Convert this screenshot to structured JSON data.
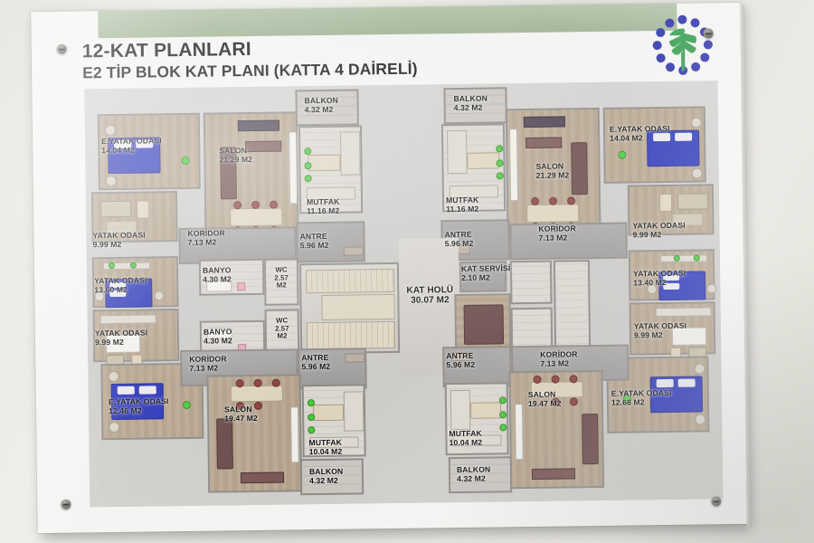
{
  "board": {
    "title_line1": "12-KAT PLANLARI",
    "title_line2": "E2 TİP BLOK KAT PLANI (KATTA 4 DAİRELİ)",
    "logo_name": "toki-tree-logo",
    "accent_green": "#9fb294",
    "tree_green": "#2e9b4a",
    "dot_blue": "#2a2ea8",
    "board_color": "#f3f3f1",
    "wall_color": "#e8e7e1"
  },
  "plan": {
    "core": {
      "hall": {
        "name": "KAT HOLÜ",
        "area": "30.07 M2"
      },
      "service": {
        "name": "KAT SERVİSİ",
        "area": "2.10 M2"
      },
      "wc_top": {
        "name": "WC",
        "area": "2.57",
        "unit": "M2"
      },
      "wc_bottom": {
        "name": "WC",
        "area": "2.57",
        "unit": "M2"
      },
      "banyo_top": {
        "name": "BANYO",
        "area": "4.30 M2"
      },
      "banyo_bottom": {
        "name": "BANYO",
        "area": "4.30 M2"
      }
    },
    "units": [
      {
        "id": "top-left",
        "rooms": [
          {
            "name": "BALKON",
            "area": "4.32 M2"
          },
          {
            "name": "SALON",
            "area": "21.29 M2"
          },
          {
            "name": "MUTFAK",
            "area": "11.16 M2"
          },
          {
            "name": "E.YATAK ODASI",
            "area": "14.04 M2"
          },
          {
            "name": "YATAK ODASI",
            "area": "9.99 M2"
          },
          {
            "name": "KORİDOR",
            "area": "7.13 M2"
          },
          {
            "name": "ANTRE",
            "area": "5.96 M2"
          }
        ]
      },
      {
        "id": "top-right",
        "rooms": [
          {
            "name": "BALKON",
            "area": "4.32 M2"
          },
          {
            "name": "SALON",
            "area": "21.29 M2"
          },
          {
            "name": "MUTFAK",
            "area": "11.16 M2"
          },
          {
            "name": "E.YATAK ODASI",
            "area": "14.04 M2"
          },
          {
            "name": "YATAK ODASI",
            "area": "9.99 M2"
          },
          {
            "name": "KORİDOR",
            "area": "7.13 M2"
          },
          {
            "name": "ANTRE",
            "area": "5.96 M2"
          }
        ]
      },
      {
        "id": "bottom-left",
        "rooms": [
          {
            "name": "YATAK ODASI",
            "area": "13.60 M2"
          },
          {
            "name": "YATAK ODASI",
            "area": "9.99 M2"
          },
          {
            "name": "E.YATAK ODASI",
            "area": "12.46 M2"
          },
          {
            "name": "SALON",
            "area": "19.47 M2"
          },
          {
            "name": "MUTFAK",
            "area": "10.04 M2"
          },
          {
            "name": "BALKON",
            "area": "4.32 M2"
          },
          {
            "name": "KORİDOR",
            "area": "7.13 M2"
          },
          {
            "name": "ANTRE",
            "area": "5.96 M2"
          }
        ]
      },
      {
        "id": "bottom-right",
        "rooms": [
          {
            "name": "YATAK ODASI",
            "area": "13.40 M2"
          },
          {
            "name": "YATAK ODASI",
            "area": "9.99 M2"
          },
          {
            "name": "E.YATAK ODASI",
            "area": "12.68 M2"
          },
          {
            "name": "SALON",
            "area": "19.47 M2"
          },
          {
            "name": "MUTFAK",
            "area": "10.04 M2"
          },
          {
            "name": "BALKON",
            "area": "4.32 M2"
          },
          {
            "name": "KORİDOR",
            "area": "7.13 M2"
          },
          {
            "name": "ANTRE",
            "area": "5.96 M2"
          }
        ]
      }
    ]
  }
}
